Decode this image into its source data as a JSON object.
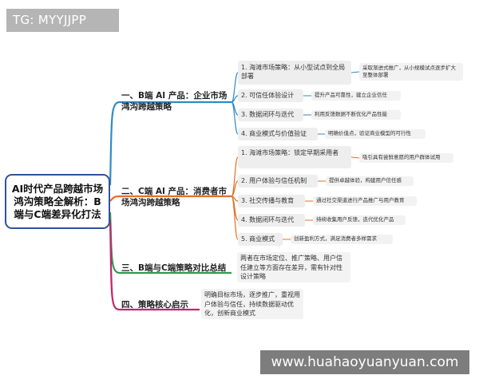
{
  "tag": "TG: MYYJJPP",
  "watermark": "www.huahaoyuanyuan.com",
  "root": "AI时代产品跨越市场鸿沟策略全解析：B端与C端差异化打法",
  "branches": [
    {
      "title": "一、B端 AI 产品：企业市场鸿沟跨越策略",
      "color": "#2e8bc6",
      "items": [
        {
          "text": "1. 海滩市场策略：从小型试点到全局部署",
          "detail": "采取渐进式推广，从小规模试点逐步扩大至整体部署"
        },
        {
          "text": "2. 可信任体验设计",
          "detail": "提升产品可靠性，建立企业信任"
        },
        {
          "text": "3. 数据闭环与迭代",
          "detail": "利用反馈数据不断优化产品性能"
        },
        {
          "text": "4. 商业模式与价值验证",
          "detail": "明确价值点，验证商业模型的可行性"
        }
      ]
    },
    {
      "title": "二、C端 AI 产品：消费者市场鸿沟跨越策略",
      "color": "#e0712a",
      "items": [
        {
          "text": "1. 海滩市场策略：锁定早期采用者",
          "detail": "吸引具有尝鲜意愿的用户群体试用"
        },
        {
          "text": "2. 用户体验与信任机制",
          "detail": "提供卓越体验，构建用户信任感"
        },
        {
          "text": "3. 社交传播与教育",
          "detail": "通过社交渠道进行产品推广与用户教育"
        },
        {
          "text": "4. 数据闭环与迭代",
          "detail": "持续收集用户反馈，迭代优化产品"
        },
        {
          "text": "5. 商业模式",
          "detail": "创新盈利方式，满足消费者多样需求"
        }
      ]
    },
    {
      "title": "三、B端与C端策略对比总结",
      "color": "#2f9a4e",
      "summary": "两者在市场定位、推广策略、用户信任建立等方面存在差异，需有针对性设计策略"
    },
    {
      "title": "四、策略核心启示",
      "color": "#c2266d",
      "summary": "明确目标市场，逐步推广，重视用户体验与信任，持续数据驱动优化，创新商业模式"
    }
  ]
}
